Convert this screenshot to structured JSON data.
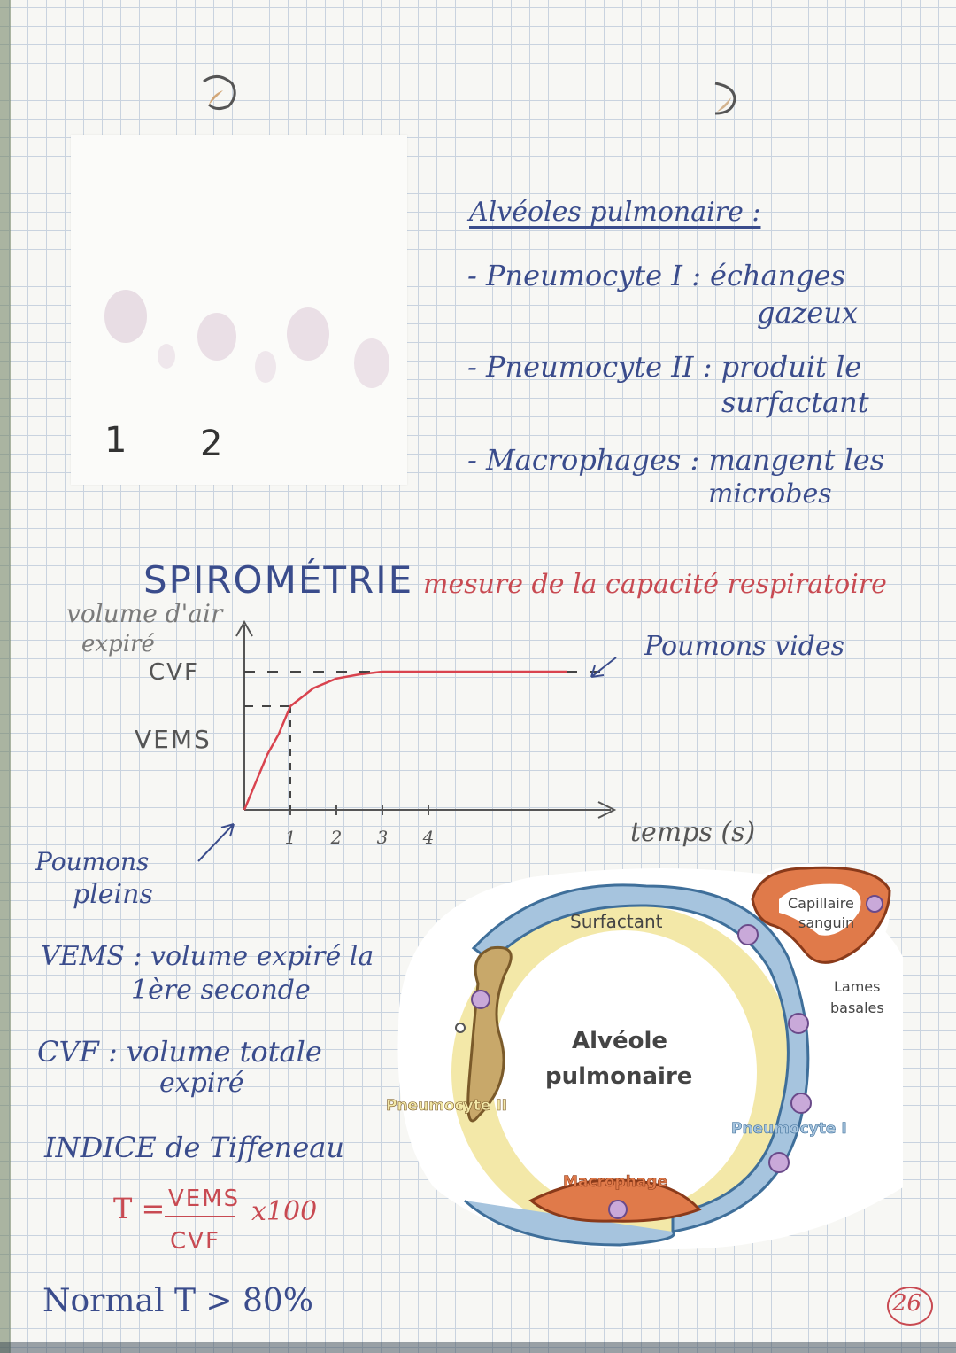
{
  "notes": {
    "alveoles_title": "Alvéoles pulmonaire :",
    "pneumo1_line1": "- Pneumocyte I : échanges",
    "pneumo1_line2": "gazeux",
    "pneumo2_line1": "- Pneumocyte II : produit le",
    "pneumo2_line2": "surfactant",
    "macro_line1": "- Macrophages : mangent les",
    "macro_line2": "microbes"
  },
  "image_labels": {
    "label1": "1",
    "label2": "2"
  },
  "spiro": {
    "title": "SPIROMÉTRIE",
    "subtitle": "mesure de la capacité respiratoire",
    "ylabel_line1": "volume d'air",
    "ylabel_line2": "expiré",
    "cvf_label": "CVF",
    "vems_label": "VEMS",
    "xlabel": "temps (s)",
    "empty_label": "Poumons vides",
    "full_label_line1": "Poumons",
    "full_label_line2": "pleins"
  },
  "chart_data": {
    "type": "line",
    "x": [
      0,
      0.25,
      0.5,
      0.75,
      1,
      1.5,
      2,
      2.5,
      3,
      3.5,
      4,
      5,
      6,
      7
    ],
    "y": [
      0,
      0.2,
      0.4,
      0.55,
      0.75,
      0.88,
      0.95,
      0.98,
      1.0,
      1.0,
      1.0,
      1.0,
      1.0,
      1.0
    ],
    "xticks": [
      "1",
      "2",
      "3",
      "4"
    ],
    "xlabel": "temps (s)",
    "ylabel": "volume d'air expiré",
    "yticks": [
      "VEMS",
      "CVF"
    ],
    "grid": false
  },
  "defs": {
    "vems_line1": "VEMS : volume expiré la",
    "vems_line2": "1ère seconde",
    "cvf_line1": "CVF : volume totale",
    "cvf_line2": "expiré",
    "tiffeneau": "INDICE de Tiffeneau",
    "formula_prefix": "T =",
    "formula_num": "VEMS",
    "formula_den": "CVF",
    "formula_suffix": "x100",
    "normal": "Normal  T > 80%"
  },
  "diagram": {
    "surfactant": "Surfactant",
    "capillaire_line1": "Capillaire",
    "capillaire_line2": "sanguin",
    "lames_line1": "Lames",
    "lames_line2": "basales",
    "title_line1": "Alvéole",
    "title_line2": "pulmonaire",
    "pneumo2": "Pneumocyte II",
    "pneumo1": "Pneumocyte I",
    "macrophage": "Macrophage"
  },
  "page_number": "26"
}
